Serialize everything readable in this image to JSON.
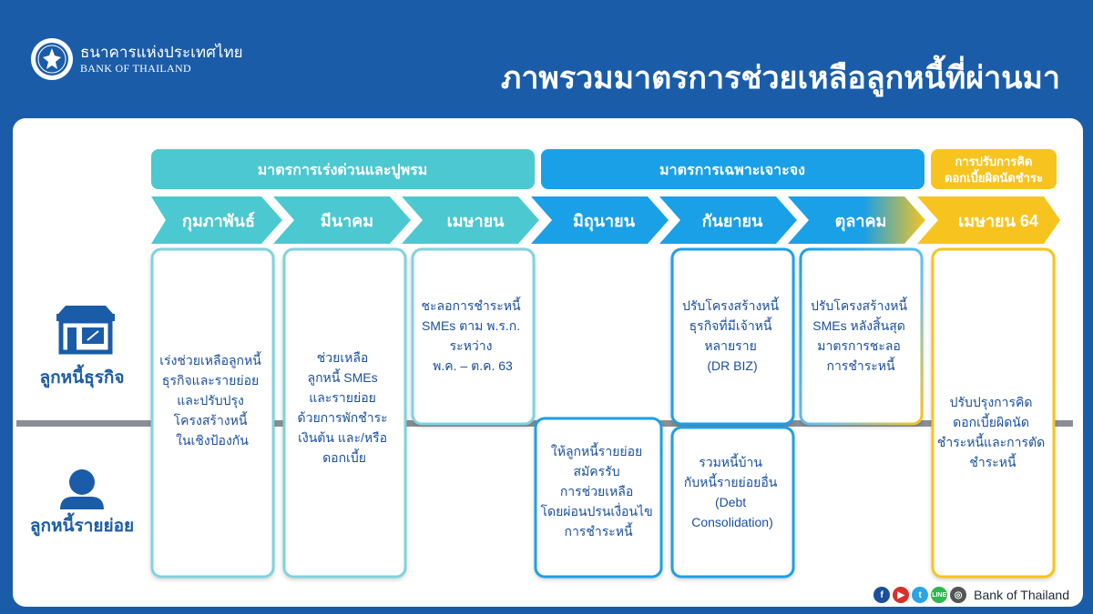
{
  "header": {
    "logo_th": "ธนาคารแห่งประเทศไทย",
    "logo_en": "BANK OF THAILAND",
    "title": "ภาพรวมมาตรการช่วยเหลือลูกหนี้ที่ผ่านมา"
  },
  "groups": {
    "urgent": "มาตรการเร่งด่วนและปูพรม",
    "specific": "มาตรการเฉพาะเจาะจง",
    "rate_l1": "การปรับการคิด",
    "rate_l2": "ดอกเบี้ยผิดนัดชำระ"
  },
  "months": [
    "กุมภาพันธ์",
    "มีนาคม",
    "เมษายน",
    "มิถุนายน",
    "กันยายน",
    "ตุลาคม",
    "เมษายน 64"
  ],
  "rows": {
    "business": "ลูกหนี้ธุรกิจ",
    "retail": "ลูกหนี้รายย่อย"
  },
  "cards": [
    [
      "เร่งช่วยเหลือลูกหนี้",
      "ธุรกิจและรายย่อย",
      "และปรับปรุง",
      "โครงสร้างหนี้",
      "ในเชิงป้องกัน"
    ],
    [
      "ช่วยเหลือ",
      "ลูกหนี้ SMEs",
      "และรายย่อย",
      "ด้วยการพักชำระ",
      "เงินต้น และ/หรือ",
      "ดอกเบี้ย"
    ],
    [
      "ชะลอการชำระหนี้",
      "SMEs ตาม พ.ร.ก.",
      "ระหว่าง",
      "พ.ค. – ต.ค. 63"
    ],
    [
      "ให้ลูกหนี้รายย่อย",
      "สมัครรับ",
      "การช่วยเหลือ",
      "โดยผ่อนปรนเงื่อนไข",
      "การชำระหนี้"
    ],
    [
      "ปรับโครงสร้างหนี้",
      "ธุรกิจที่มีเจ้าหนี้",
      "หลายราย",
      "(DR BIZ)"
    ],
    [
      "รวมหนี้บ้าน",
      "กับหนี้รายย่อยอื่น",
      "(Debt",
      "Consolidation)"
    ],
    [
      "ปรับโครงสร้างหนี้",
      "SMEs หลังสิ้นสุด",
      "มาตรการชะลอ",
      "การชำระหนี้"
    ],
    [
      "ปรับปรุงการคิด",
      "ดอกเบี้ยผิดนัด",
      "ชำระหนี้และการตัด",
      "ชำระหนี้"
    ]
  ],
  "footer": {
    "brand": "Bank of Thailand",
    "social": [
      "facebook-icon",
      "youtube-icon",
      "twitter-icon",
      "line-icon",
      "web-icon"
    ]
  },
  "colors": {
    "navy": "#1a5ca8",
    "teal": "#4cc8d0",
    "blue": "#1aa0e6",
    "yellow": "#f7c41f",
    "text_blue": "#1a4f9c"
  }
}
